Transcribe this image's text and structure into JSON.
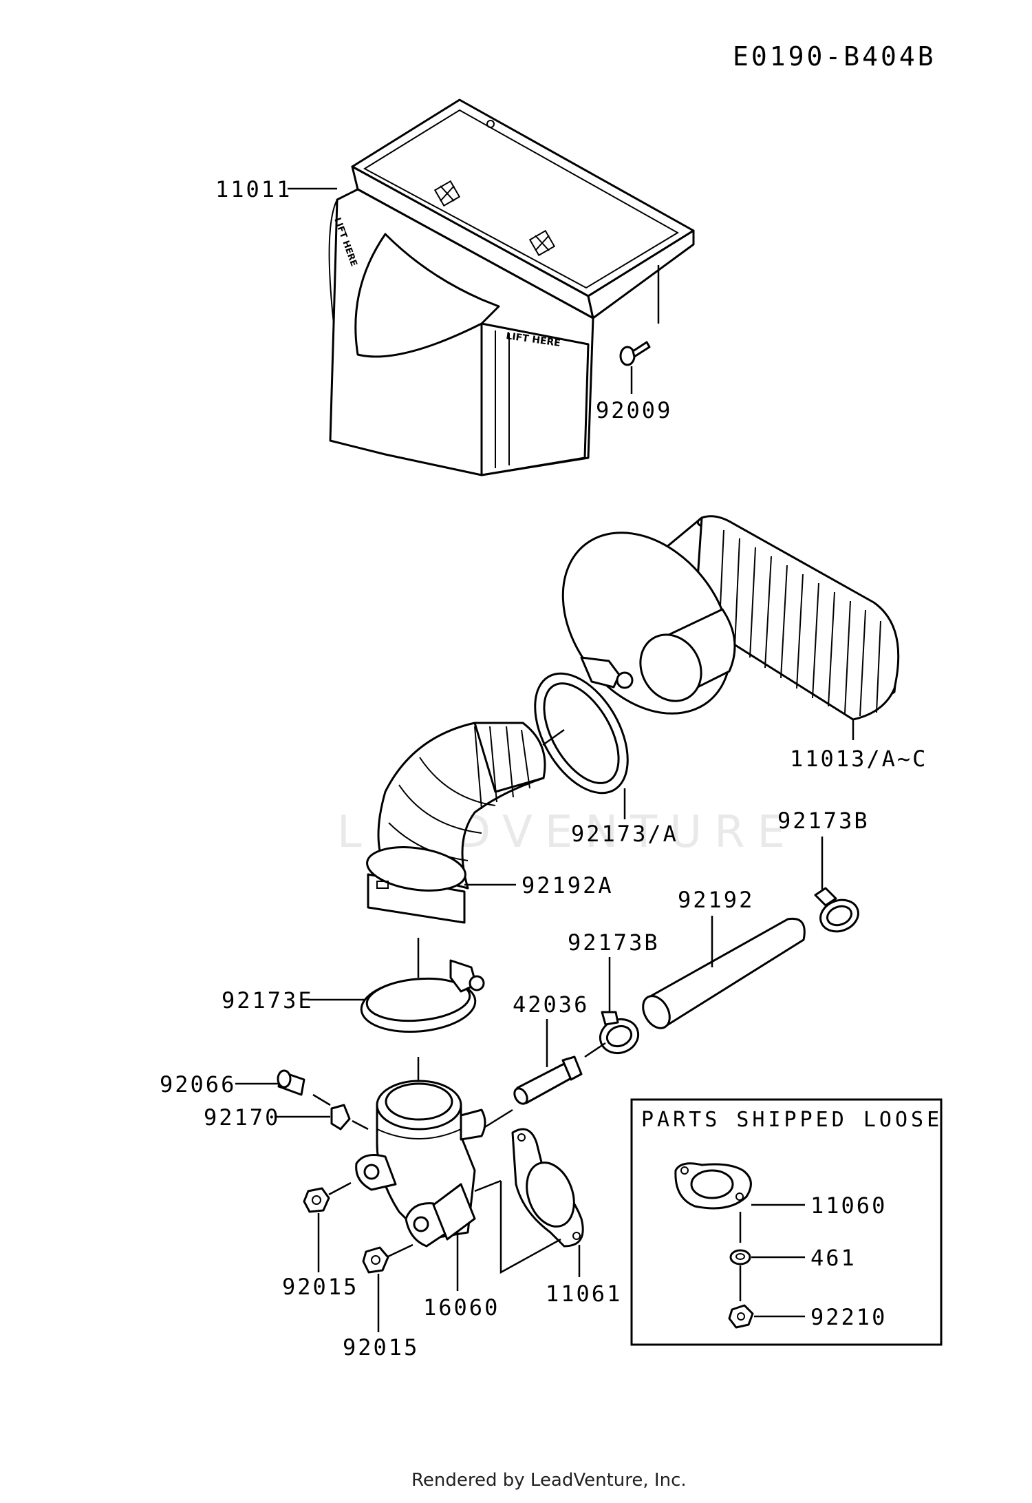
{
  "diagram_code": "E0190-B404B",
  "footer": "Rendered by LeadVenture, Inc.",
  "watermark": "LEADVENTURE",
  "parts_box": {
    "title": "PARTS SHIPPED LOOSE",
    "items": [
      "11060",
      "461",
      "92210"
    ]
  },
  "callouts": {
    "c11011": "11011",
    "c92009": "92009",
    "c11013": "11013/A~C",
    "c92173a": "92173/A",
    "c92192a": "92192A",
    "c92173b_top": "92173B",
    "c92192": "92192",
    "c92173b_mid": "92173B",
    "c42036": "42036",
    "c92173e": "92173E",
    "c92066": "92066",
    "c92170": "92170",
    "c92015_upper": "92015",
    "c92015_lower": "92015",
    "c16060": "16060",
    "c11061": "11061"
  },
  "cover_text": "LIFT HERE"
}
